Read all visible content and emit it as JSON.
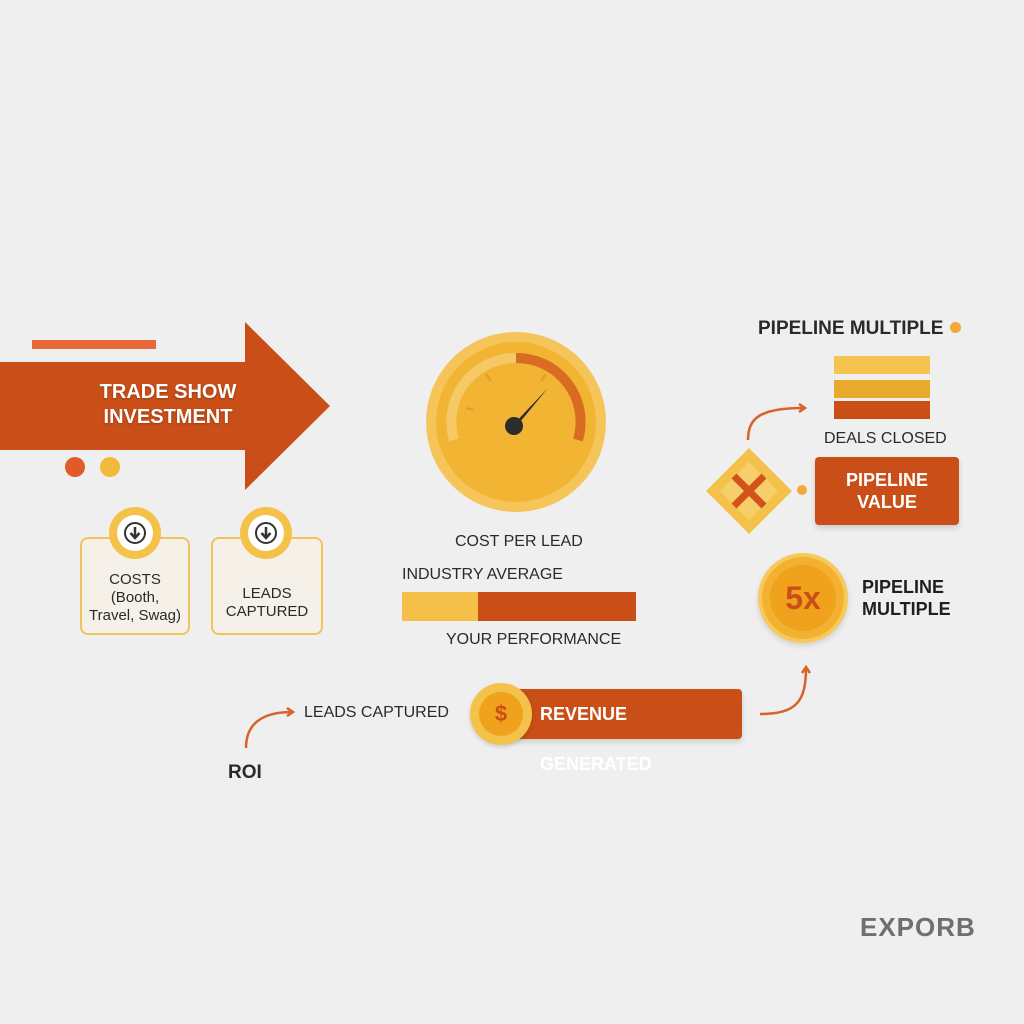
{
  "colors": {
    "background": "#efefef",
    "primary_orange": "#c94e17",
    "accent_orange": "#e8683a",
    "gold": "#f4c24a",
    "amber": "#f0a21c"
  },
  "investment": {
    "label_line1": "TRADE SHOW",
    "label_line2": "INVESTMENT"
  },
  "costs_card": {
    "line1": "COSTS",
    "line2": "(Booth,",
    "line3": "Travel, Swag)",
    "icon": "download-arrow-icon"
  },
  "leads_card": {
    "line1": "LEADS",
    "line2": "CAPTURED",
    "icon": "download-arrow-icon"
  },
  "cost_per_lead": {
    "title": "COST PER LEAD",
    "industry_label": "INDUSTRY AVERAGE",
    "performance_label": "YOUR PERFORMANCE",
    "gauge_icon": "speedometer-icon"
  },
  "pipeline": {
    "top_label": "PIPELINE MULTIPLE",
    "deals_closed": "DEALS CLOSED",
    "value_line1": "PIPELINE",
    "value_line2": "VALUE",
    "multiple_value": "5x",
    "multiple_line1": "PIPELINE",
    "multiple_line2": "MULTIPLE"
  },
  "roi_flow": {
    "leads_captured": "LEADS CAPTURED",
    "roi": "ROI",
    "revenue": "REVENUE GENERATED",
    "coin_symbol": "$"
  },
  "brand": {
    "logo": "EXPORB"
  }
}
